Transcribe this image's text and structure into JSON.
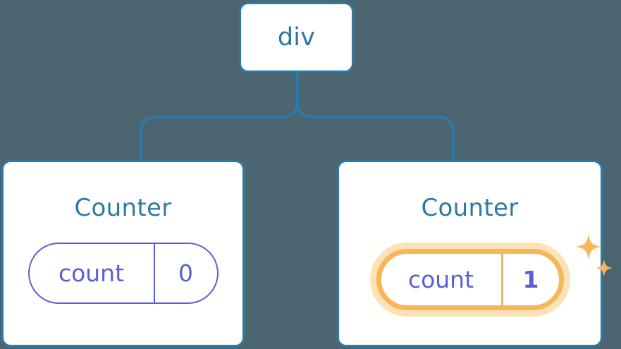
{
  "diagram": {
    "type": "component-tree",
    "background_color": "#4b6571",
    "node_border_color": "#2f7aa5",
    "node_fill_color": "#ffffff",
    "connector_color": "#2f7aa5",
    "pill_color": "#5a5fd4",
    "highlight_color": "#f6b75a",
    "highlight_glow_color": "#fce2b6",
    "sparkle_color": "#f6b75a"
  },
  "root": {
    "label": "div"
  },
  "children": [
    {
      "title": "Counter",
      "state": {
        "key": "count",
        "value": "0"
      },
      "highlighted": false
    },
    {
      "title": "Counter",
      "state": {
        "key": "count",
        "value": "1"
      },
      "highlighted": true
    }
  ]
}
